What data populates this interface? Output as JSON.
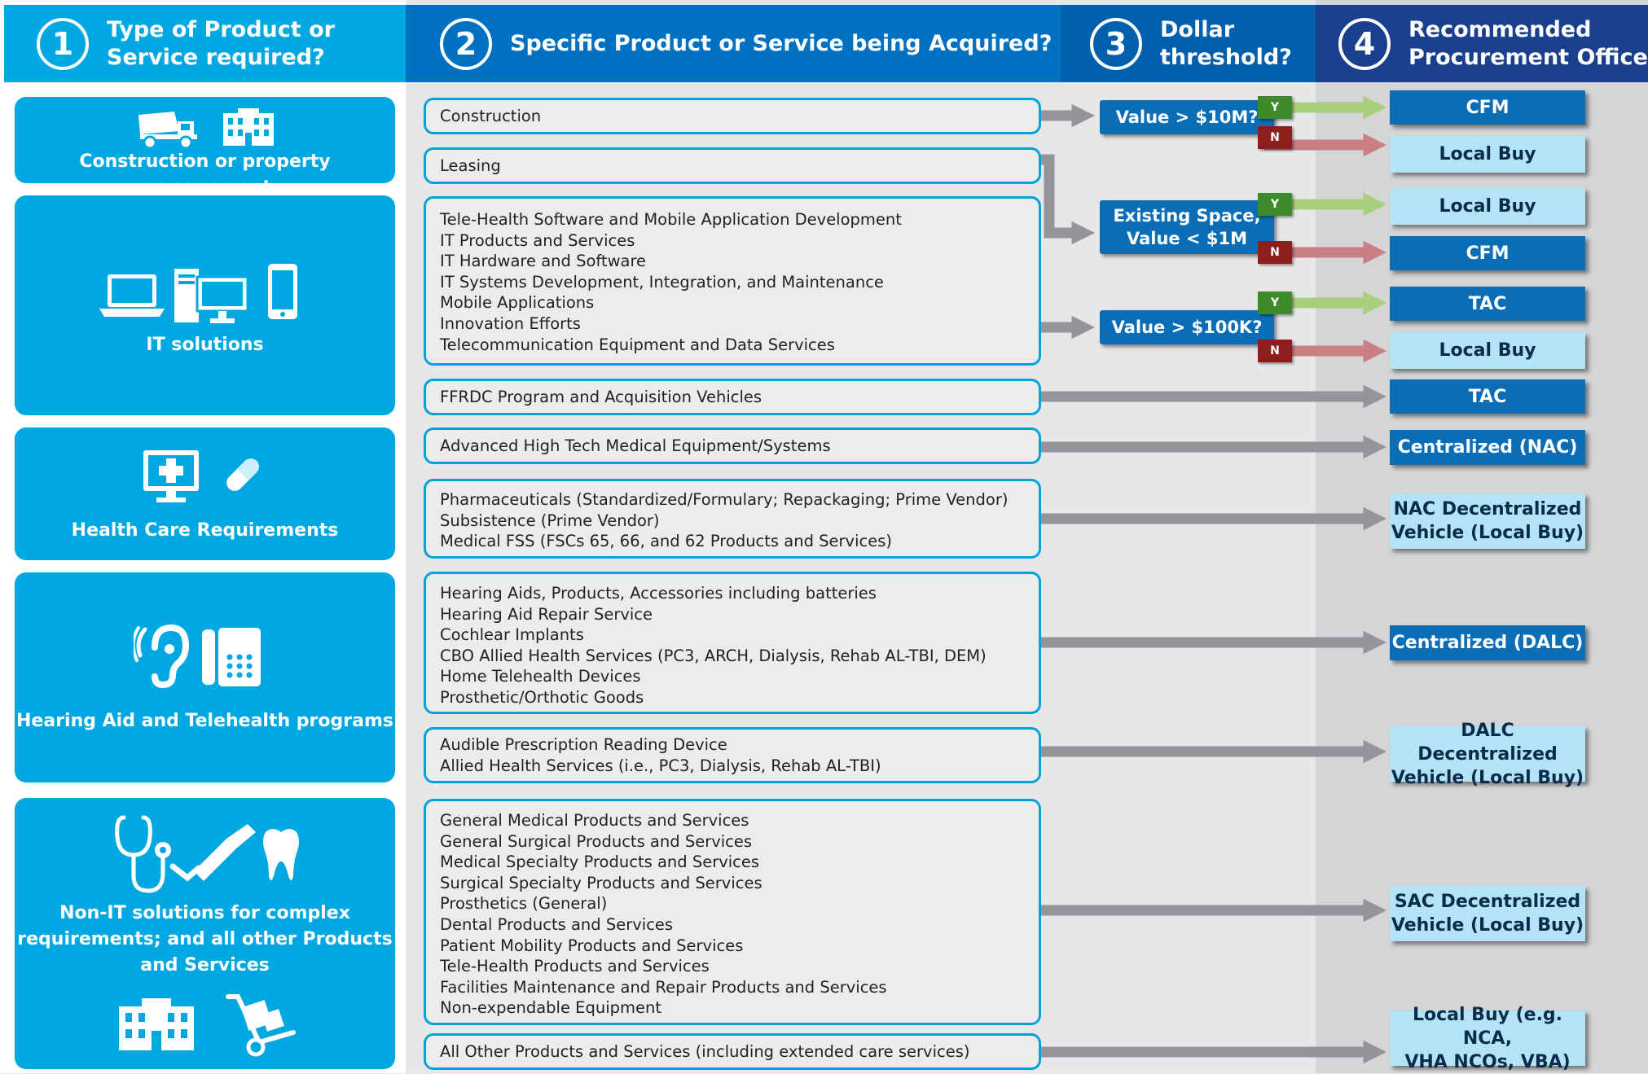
{
  "headers": [
    {
      "num": "1",
      "title": "Type of Product or\nService required?",
      "color": "#00a8e1"
    },
    {
      "num": "2",
      "title": "Specific Product or Service being Acquired?",
      "color": "#0070c0"
    },
    {
      "num": "3",
      "title": "Dollar\nthreshold?",
      "color": "#0060ae"
    },
    {
      "num": "4",
      "title": "Recommended\nProcurement Office",
      "color": "#1b3f8f"
    }
  ],
  "categories": [
    {
      "label": "Construction or property management",
      "icons": [
        "dump-truck-icon",
        "building-icon"
      ]
    },
    {
      "label": "IT solutions",
      "icons": [
        "laptop-icon",
        "desktop-computer-icon",
        "smartphone-icon"
      ]
    },
    {
      "label": "Health Care Requirements",
      "icons": [
        "medical-monitor-icon",
        "pill-icon"
      ]
    },
    {
      "label": "Hearing Aid and Telehealth programs",
      "icons": [
        "hearing-aid-icon",
        "telephone-icon"
      ]
    },
    {
      "label": "Non-IT solutions for  complex\nrequirements; and all other Products\nand Services",
      "icons": [
        "stethoscope-icon",
        "surgical-tool-icon",
        "tooth-icon",
        "building-icon",
        "hand-truck-icon"
      ]
    }
  ],
  "items": [
    {
      "text": "Construction"
    },
    {
      "text": "Leasing"
    },
    {
      "text": "Tele-Health Software and Mobile Application Development\nIT Products and Services\nIT Hardware and Software\nIT Systems Development, Integration, and Maintenance\nMobile Applications\nInnovation Efforts\nTelecommunication Equipment and Data Services"
    },
    {
      "text": "FFRDC Program and Acquisition Vehicles"
    },
    {
      "text": "Advanced High Tech Medical Equipment/Systems"
    },
    {
      "text": "Pharmaceuticals (Standardized/Formulary; Repackaging; Prime Vendor)\nSubsistence (Prime Vendor)\nMedical FSS (FSCs 65, 66, and 62 Products and Services)"
    },
    {
      "text": "Hearing Aids, Products, Accessories including batteries\nHearing Aid Repair  Service\nCochlear Implants\nCBO Allied Health Services (PC3, ARCH, Dialysis, Rehab AL-TBI, DEM)\nHome Telehealth Devices\nProsthetic/Orthotic Goods"
    },
    {
      "text": "Audible Prescription Reading Device\nAllied Health Services (i.e., PC3, Dialysis, Rehab AL-TBI)"
    },
    {
      "text": "General Medical Products and Services\nGeneral Surgical Products and Services\nMedical Specialty Products and Services\nSurgical Specialty Products and Services\nProsthetics (General)\nDental Products and Services\nPatient Mobility Products and Services\nTele-Health Products and Services\nFacilities Maintenance and Repair Products and Services\nNon-expendable Equipment"
    },
    {
      "text": "All Other Products and Services (including extended care services)"
    }
  ],
  "decisions": [
    {
      "text": "Value > $10M?",
      "yes": "Y",
      "no": "N"
    },
    {
      "text": "Existing Space,\nValue < $1M",
      "yes": "Y",
      "no": "N"
    },
    {
      "text": "Value > $100K?",
      "yes": "Y",
      "no": "N"
    }
  ],
  "offices": [
    {
      "text": "CFM",
      "style": "dark"
    },
    {
      "text": "Local Buy",
      "style": "light"
    },
    {
      "text": "Local Buy",
      "style": "light"
    },
    {
      "text": "CFM",
      "style": "dark"
    },
    {
      "text": "TAC",
      "style": "dark"
    },
    {
      "text": "Local Buy",
      "style": "light"
    },
    {
      "text": "TAC",
      "style": "dark"
    },
    {
      "text": "Centralized (NAC)",
      "style": "dark"
    },
    {
      "text": "NAC Decentralized\nVehicle (Local Buy)",
      "style": "light"
    },
    {
      "text": "Centralized (DALC)",
      "style": "dark"
    },
    {
      "text": "DALC Decentralized\nVehicle (Local Buy)",
      "style": "light"
    },
    {
      "text": "SAC Decentralized\nVehicle (Local Buy)",
      "style": "light"
    },
    {
      "text": "Local Buy (e.g. NCA,\nVHA NCOs, VBA)",
      "style": "light"
    }
  ],
  "colors": {
    "yes_arrow": "#a9cf7b",
    "no_arrow": "#c97f84",
    "gray_arrow": "#939598"
  }
}
